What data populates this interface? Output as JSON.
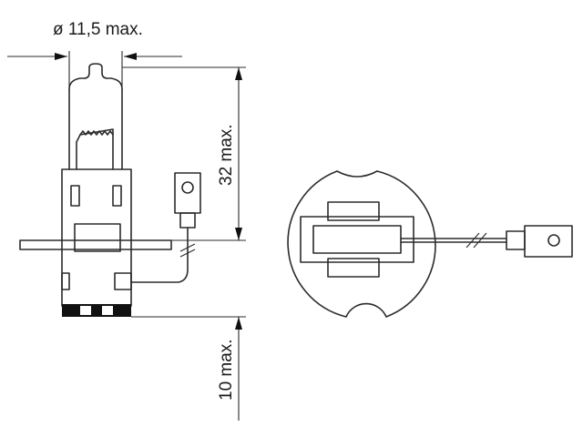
{
  "dimensions": {
    "diameter_label": "ø 11,5 max.",
    "height_label": "32 max.",
    "base_label": "10 max."
  },
  "colors": {
    "line": "#2b2b2b",
    "background": "#ffffff"
  }
}
